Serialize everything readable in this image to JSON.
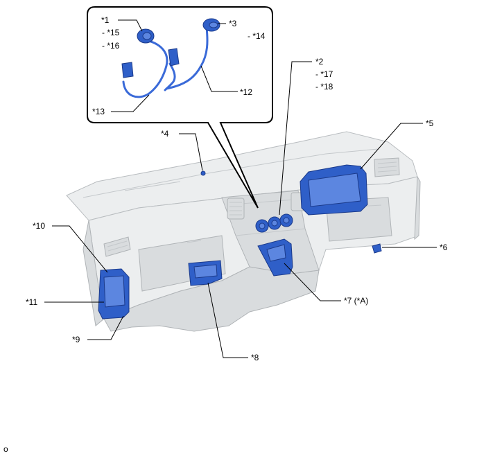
{
  "callouts": {
    "c1": "*1",
    "c15": "- *15",
    "c16": "- *16",
    "c3": "*3",
    "c14": "- *14",
    "c13": "*13",
    "c12": "*12",
    "c2": "*2",
    "c17": "- *17",
    "c18": "- *18",
    "c4": "*4",
    "c5": "*5",
    "c6": "*6",
    "c10": "*10",
    "c11": "*11",
    "c9": "*9",
    "c7": "*7 (*A)",
    "c8": "*8"
  },
  "footer": {
    "code": "o"
  }
}
